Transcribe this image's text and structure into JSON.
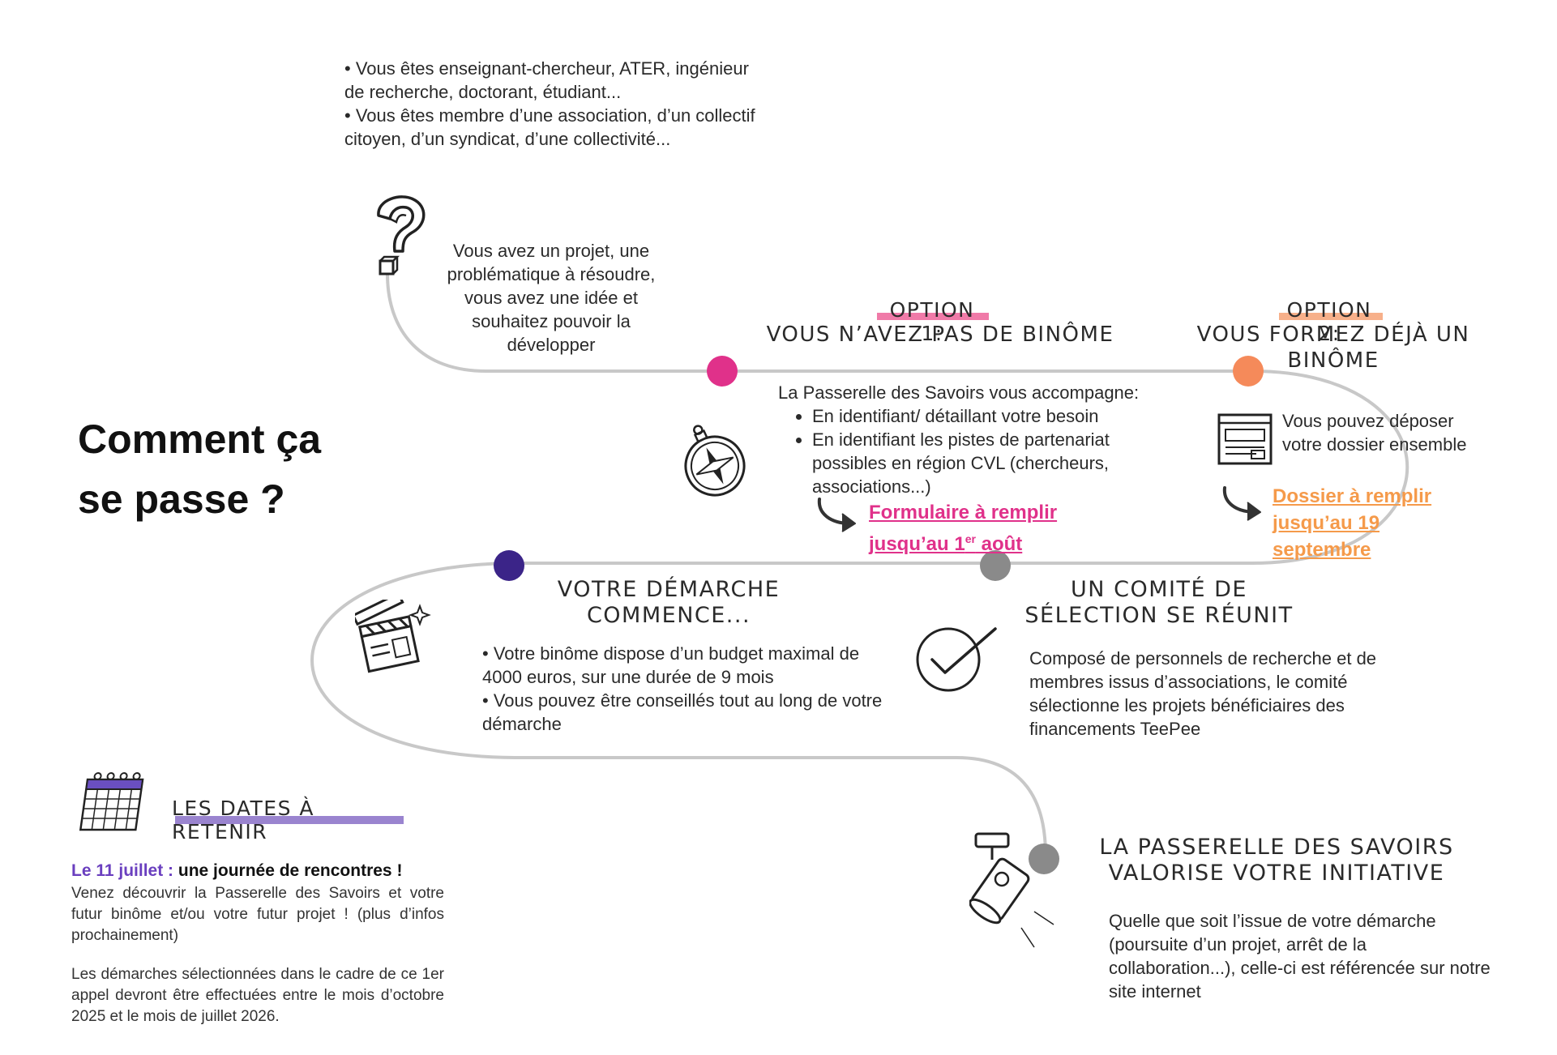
{
  "title": "Comment ça se passe ?",
  "intro": {
    "bullets": [
      "• Vous êtes enseignant-chercheur, ATER, ingénieur de recherche, doctorant, étudiant...",
      "• Vous êtes membre d’une association, d’un collectif citoyen, d’un syndicat, d’une collectivité..."
    ],
    "project_text": "Vous avez un projet, une problématique à résoudre, vous avez une idée et souhaitez pouvoir la développer"
  },
  "option1": {
    "label": "OPTION 1:",
    "heading": "VOUS N’AVEZ PAS DE BINÔME",
    "intro": "La Passerelle des Savoirs vous accompagne:",
    "bullets": [
      "En identifiant/ détaillant votre besoin",
      "En identifiant les pistes de partenariat possibles en région CVL (chercheurs, associations...)"
    ],
    "link_line1": "Formulaire à remplir",
    "link_line2": "jusqu’au 1",
    "link_sup": "er",
    "link_line2_end": " août"
  },
  "option2": {
    "label": "OPTION 2:",
    "heading": "VOUS FORMEZ DÉJÀ UN BINÔME",
    "text": "Vous pouvez déposer votre dossier ensemble",
    "link_line1": "Dossier à remplir",
    "link_line2": "jusqu’au 19",
    "link_line3": "septembre"
  },
  "committee": {
    "heading_line1": "UN COMITÉ DE",
    "heading_line2": "SÉLECTION SE RÉUNIT",
    "text": "Composé de personnels de recherche et de membres issus d’associations, le comité sélectionne les projets bénéficiaires des financements TeePee"
  },
  "start": {
    "heading_line1": "VOTRE DÉMARCHE",
    "heading_line2": "COMMENCE...",
    "bullets": [
      "• Votre binôme dispose d’un budget maximal de 4000 euros, sur une durée de 9 mois",
      "• Vous pouvez être conseillés tout au long de votre démarche"
    ]
  },
  "valorise": {
    "heading_line1": "LA PASSERELLE DES SAVOIRS",
    "heading_line2": "VALORISE VOTRE INITIATIVE",
    "text": "Quelle que soit l’issue de votre démarche (poursuite d’un projet, arrêt de la collaboration...), celle-ci est référencée sur notre site internet"
  },
  "dates": {
    "heading": "LES DATES À RETENIR",
    "date_label": "Le 11 juillet :",
    "date_title": " une journée de rencontres !",
    "date_text": "Venez découvrir la Passerelle des Savoirs et votre futur binôme et/ou votre futur projet ! (plus d’infos prochainement)",
    "note": "Les démarches sélectionnées dans le cadre de ce 1er appel devront être effectuées entre le mois d’octobre 2025 et le mois de juillet 2026."
  },
  "icons": [
    "question-mark-icon",
    "compass-icon",
    "document-icon",
    "arrow-icon",
    "clapperboard-icon",
    "checkmark-icon",
    "calendar-icon",
    "spotlight-icon"
  ],
  "colors": {
    "road": "#c8c8c8",
    "pink": "#e0318a",
    "orange": "#f59a4a",
    "purple": "#3b2488",
    "grey_node": "#8a8a8a",
    "lavender": "#9a84cf"
  }
}
